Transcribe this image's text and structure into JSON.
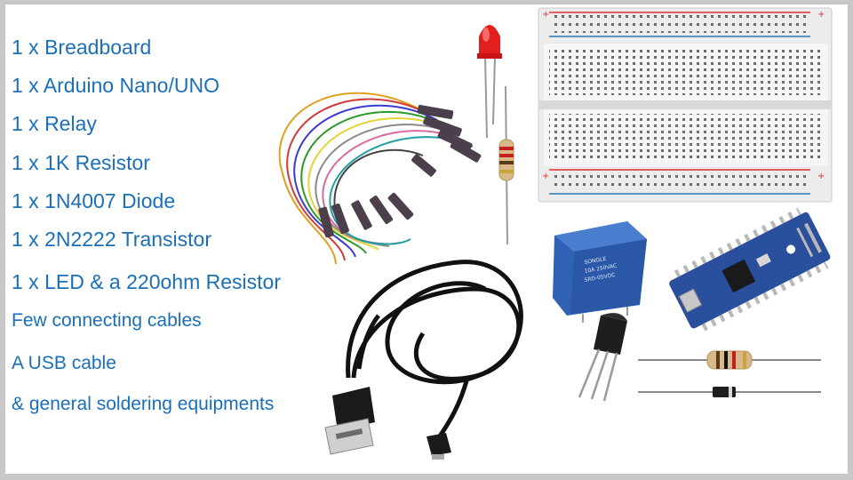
{
  "items": [
    "1 x Breadboard",
    "1 x Arduino Nano/UNO",
    "1 x Relay",
    "1 x 1K Resistor",
    "1 x 1N4007 Diode",
    "1 x 2N2222 Transistor",
    "1 x LED & a 220ohm Resistor",
    "Few connecting cables",
    "A USB cable",
    "& general soldering equipments"
  ],
  "colors": {
    "text": "#1a6fb8",
    "background": "#ffffff",
    "border": "#c8c8c8",
    "relay": "#2f62b5",
    "nano_board": "#2a4f9c",
    "led": "#e21e1e"
  },
  "icons": [
    "jumper-wires-icon",
    "led-icon",
    "resistor-icon",
    "breadboard-icon",
    "relay-icon",
    "arduino-nano-icon",
    "usb-cable-icon",
    "transistor-icon",
    "diode-icon"
  ]
}
